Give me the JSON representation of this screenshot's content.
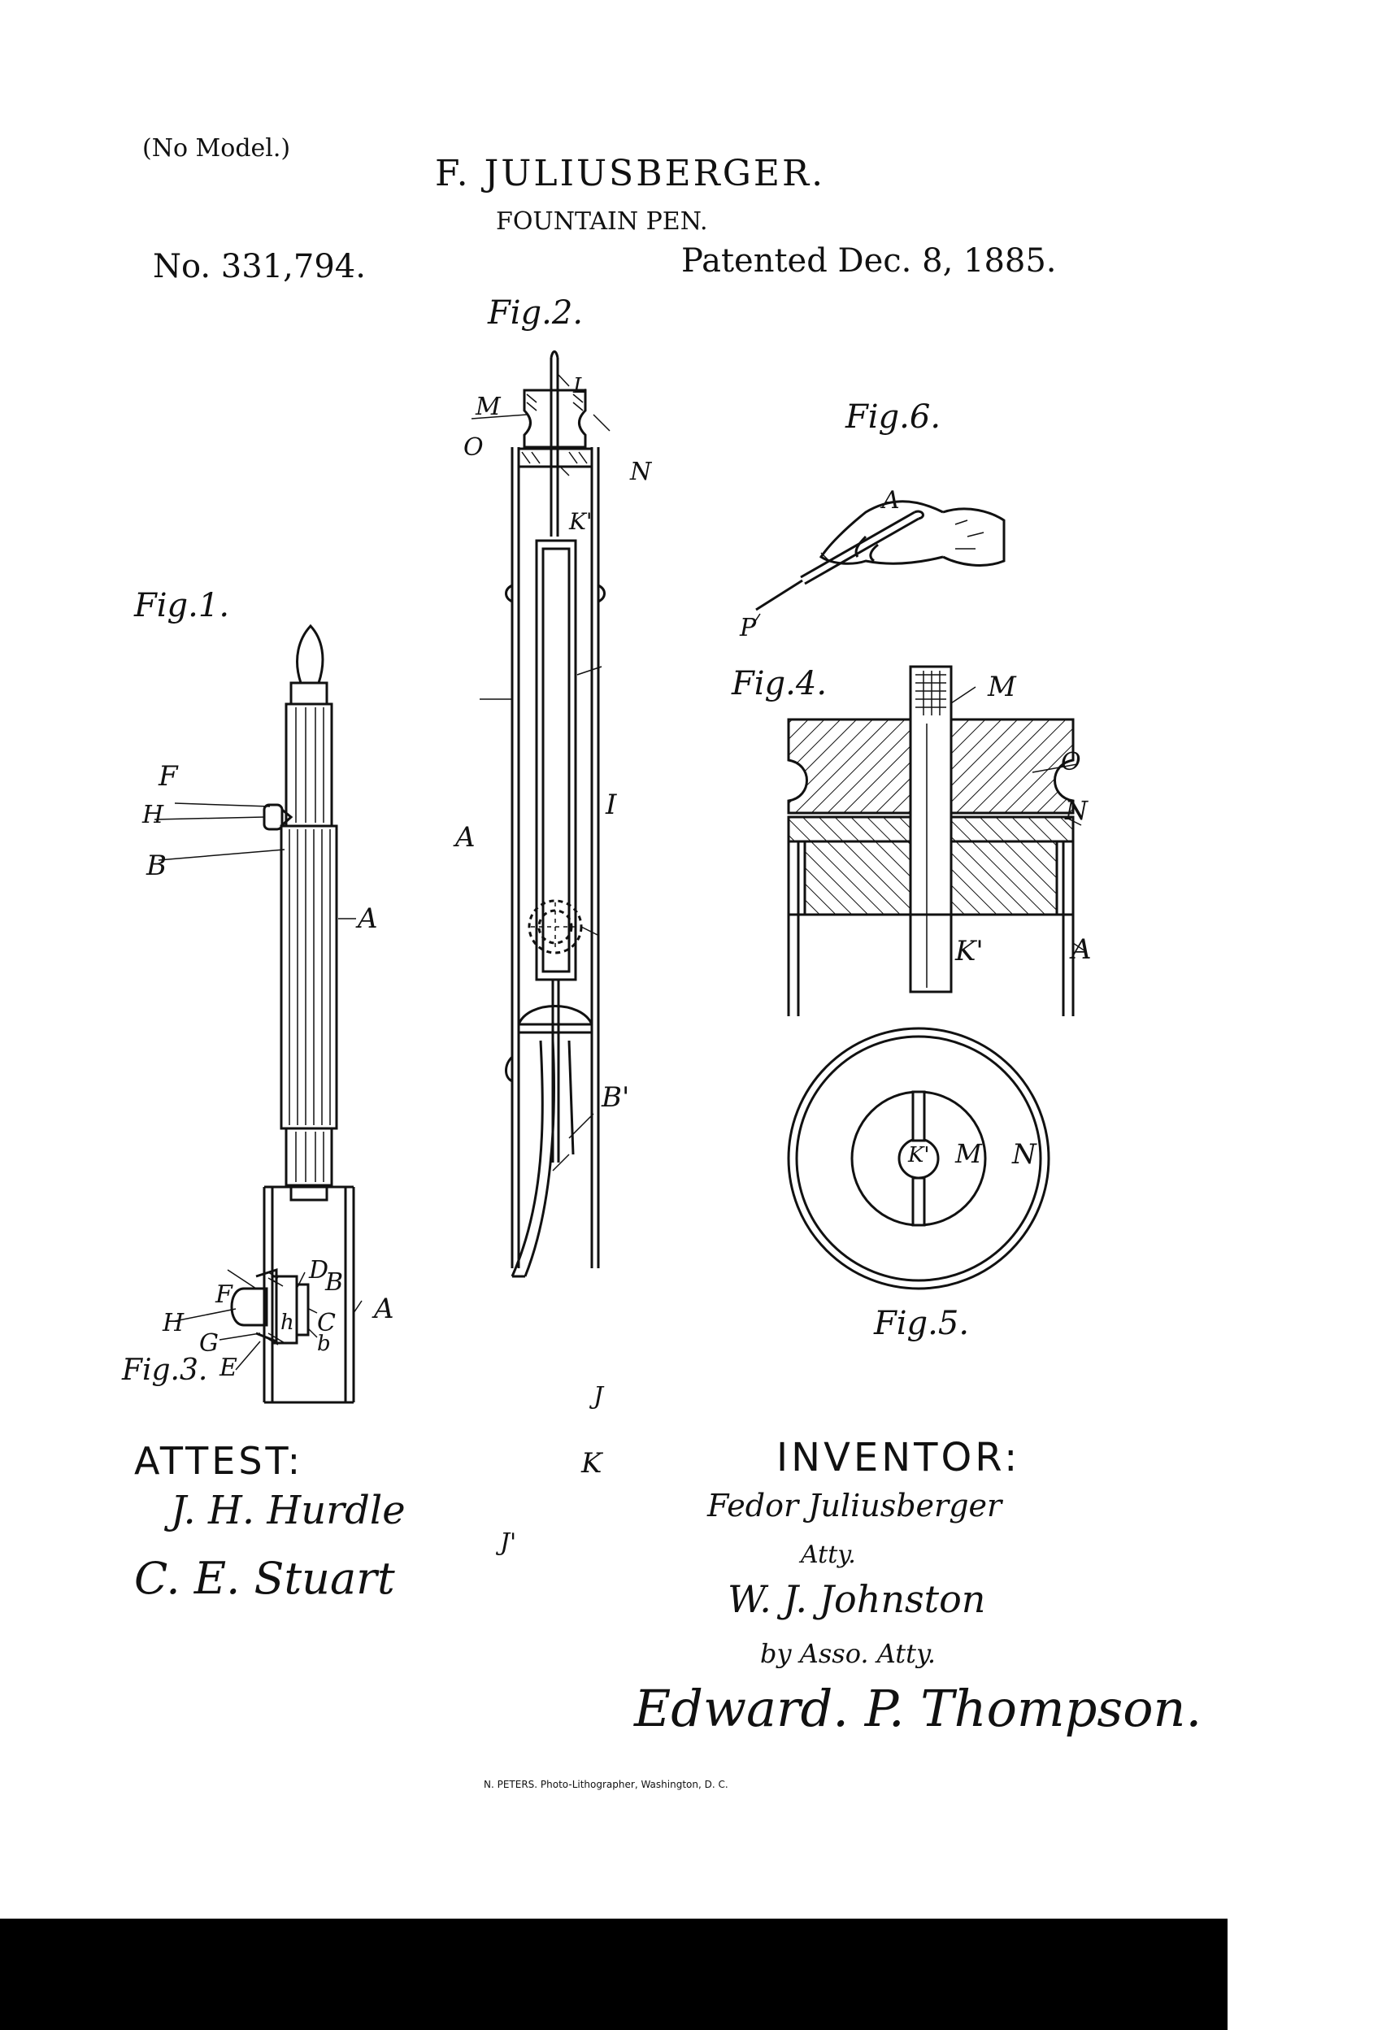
{
  "header": {
    "no_model": "(No Model.)",
    "inventor_name": "F. JULIUSBERGER.",
    "title": "FOUNTAIN PEN.",
    "patent_number": "No. 331,794.",
    "patented_date": "Patented Dec. 8, 1885."
  },
  "figures": {
    "fig1": "Fig.1.",
    "fig2": "Fig.2.",
    "fig3": "Fig.3.",
    "fig4": "Fig.4.",
    "fig5": "Fig.5.",
    "fig6": "Fig.6."
  },
  "labels": {
    "fig1": [
      "F",
      "H",
      "B",
      "A"
    ],
    "fig2": [
      "M",
      "L",
      "O",
      "N",
      "K'",
      "A",
      "I",
      "B'",
      "J",
      "K",
      "J'"
    ],
    "fig3": [
      "D",
      "B",
      "F",
      "H",
      "h",
      "C",
      "A",
      "G",
      "b",
      "E"
    ],
    "fig4": [
      "M",
      "O",
      "N",
      "K'",
      "A"
    ],
    "fig5": [
      "K'",
      "M",
      "N"
    ],
    "fig6": [
      "A",
      "P"
    ]
  },
  "attest": {
    "heading": "ATTEST:",
    "witness_1": "J. H. Hurdle",
    "witness_2": "C. E. Stuart"
  },
  "inventor": {
    "heading": "INVENTOR:",
    "name": "Fedor Juliusberger",
    "atty_label": "Atty.",
    "attorney": "W. J. Johnston",
    "assoc_label": "by Asso. Atty.",
    "assoc_attorney": "Edward. P. Thompson."
  },
  "footer": {
    "lithographer": "N. PETERS. Photo-Lithographer, Washington, D. C."
  }
}
